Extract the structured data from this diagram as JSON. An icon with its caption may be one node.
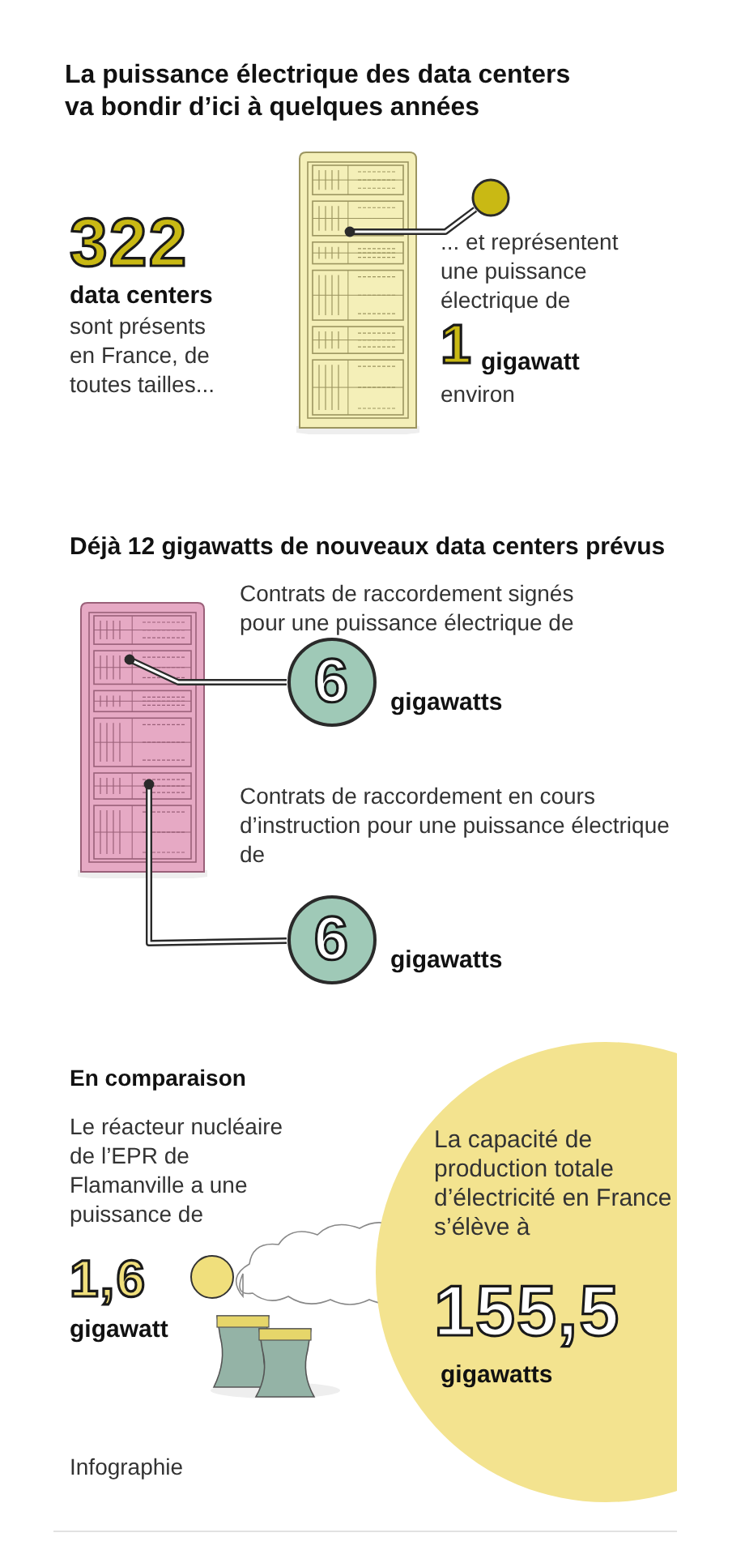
{
  "diagram": {
    "title": "La puissance électrique des data centers va bondir d’ici à quelques années",
    "nodes": [
      {
        "text": [],
        "shape": "picture"
      },
      {
        "text": [],
        "shape": "circle"
      },
      {
        "text": [],
        "shape": "picture"
      },
      {
        "text": [
          "6"
        ],
        "beside": [
          "gigawatts"
        ]
      },
      {
        "text": [
          "6"
        ],
        "beside": [
          "gigawatts"
        ]
      },
      {
        "text": [
          "La capacité de production totale d’électricité en France s’élève à",
          "155,5",
          "gigawatts"
        ]
      }
    ],
    "edges": [
      {
        "from": 0,
        "to": 1,
        "arrow": "other"
      },
      {
        "from": 2,
        "to": 3,
        "arrow": "other"
      },
      {
        "from": 2,
        "to": 4,
        "arrow": "other"
      }
    ],
    "labels": [
      "322",
      "data centers",
      "sont présents en France, de toutes tailles...",
      "... et représentent une puissance électrique de",
      "1",
      "gigawatt",
      "environ",
      "Déjà 12 gigawatts de nouveaux data centers prévus",
      "Contrats de raccordement signés pour une puissance électrique de",
      "Contrats de raccordement en cours d’instruction pour une puissance électrique de",
      "En comparaison",
      "Le réacteur nucléaire de l’EPR de Flamanville a une puissance de",
      "1,6",
      "gigawatt",
      "Infographie"
    ]
  }
}
